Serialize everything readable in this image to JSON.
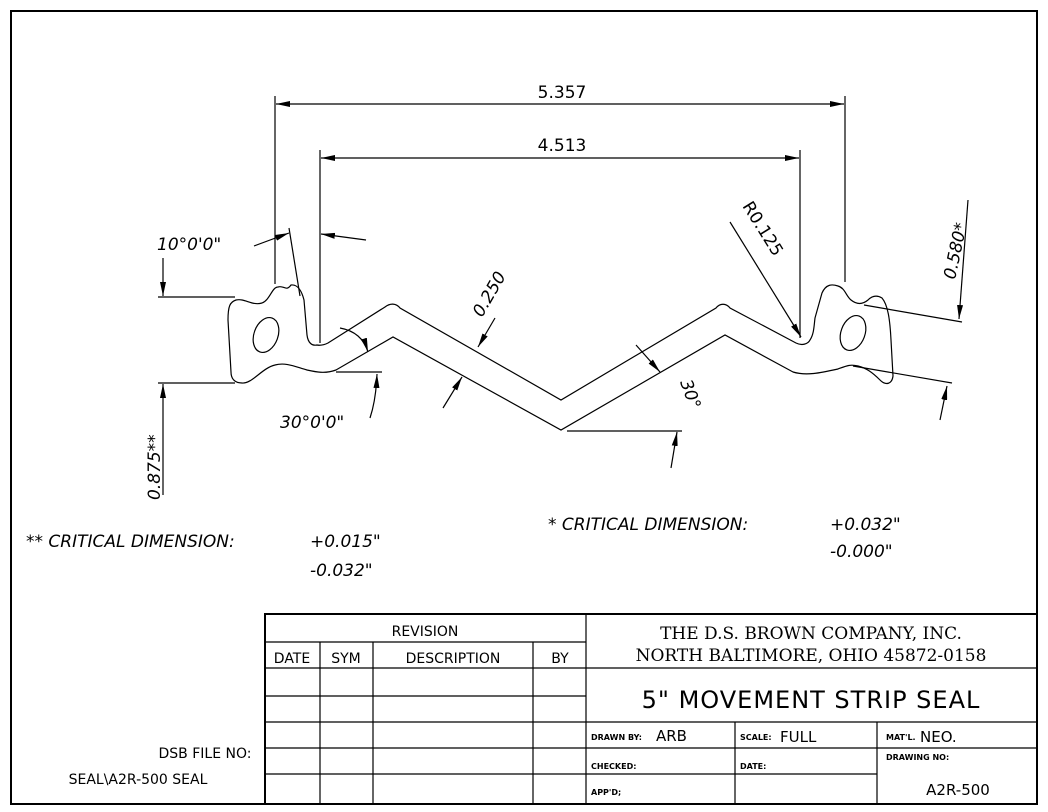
{
  "dimensions": {
    "overall_width": "5.357",
    "inner_width": "4.513",
    "side_angle": "10°0'0\"",
    "web_angle": "30°0'0\"",
    "web_thickness": "0.250",
    "web_slope": "30°",
    "radius": "R0.125",
    "right_height": "0.580*",
    "left_height": "0.875**"
  },
  "notes": {
    "double_star": {
      "label": "** CRITICAL DIMENSION:",
      "plus": "+0.015\"",
      "minus": "-0.032\""
    },
    "single_star": {
      "label": "* CRITICAL DIMENSION:",
      "plus": "+0.032\"",
      "minus": "-0.000\""
    }
  },
  "file": {
    "label": "DSB FILE NO:",
    "value": "SEAL\\A2R-500 SEAL"
  },
  "revision": {
    "title": "REVISION",
    "columns": [
      "DATE",
      "SYM",
      "DESCRIPTION",
      "BY"
    ]
  },
  "title_block": {
    "company": "THE D.S. BROWN COMPANY, INC.",
    "address": "NORTH BALTIMORE, OHIO 45872-0158",
    "title": "5\" MOVEMENT STRIP SEAL",
    "drawn_by_label": "DRAWN BY:",
    "drawn_by": "ARB",
    "scale_label": "SCALE:",
    "scale": "FULL",
    "material_label": "MAT'L.",
    "material": "NEO.",
    "drawing_no_label": "DRAWING NO:",
    "drawing_no": "A2R-500",
    "checked_label": "CHECKED:",
    "date_label": "DATE:",
    "approved_label": "APP'D;"
  }
}
